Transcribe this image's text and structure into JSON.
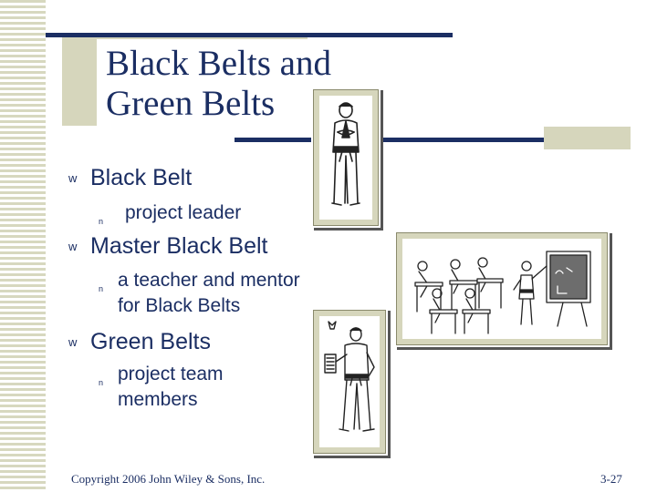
{
  "slide": {
    "title_line1": "Black Belts and",
    "title_line2": "Green Belts"
  },
  "bullets": [
    {
      "marker": "w",
      "text": "Black Belt",
      "sub": [
        {
          "marker": "n",
          "lines": [
            "project leader"
          ]
        }
      ]
    },
    {
      "marker": "w",
      "text": "Master Black Belt",
      "sub": [
        {
          "marker": "n",
          "lines": [
            "a teacher and mentor",
            "for Black Belts"
          ]
        }
      ]
    },
    {
      "marker": "w",
      "text": "Green Belts",
      "sub": [
        {
          "marker": "n",
          "lines": [
            "project team",
            "members"
          ]
        }
      ]
    }
  ],
  "footer": {
    "copyright": "Copyright 2006 John Wiley & Sons, Inc.",
    "page": "3-27"
  },
  "colors": {
    "text": "#1b2e63",
    "accent_khaki": "#d6d6bc",
    "rule_navy": "#1b2e63"
  }
}
